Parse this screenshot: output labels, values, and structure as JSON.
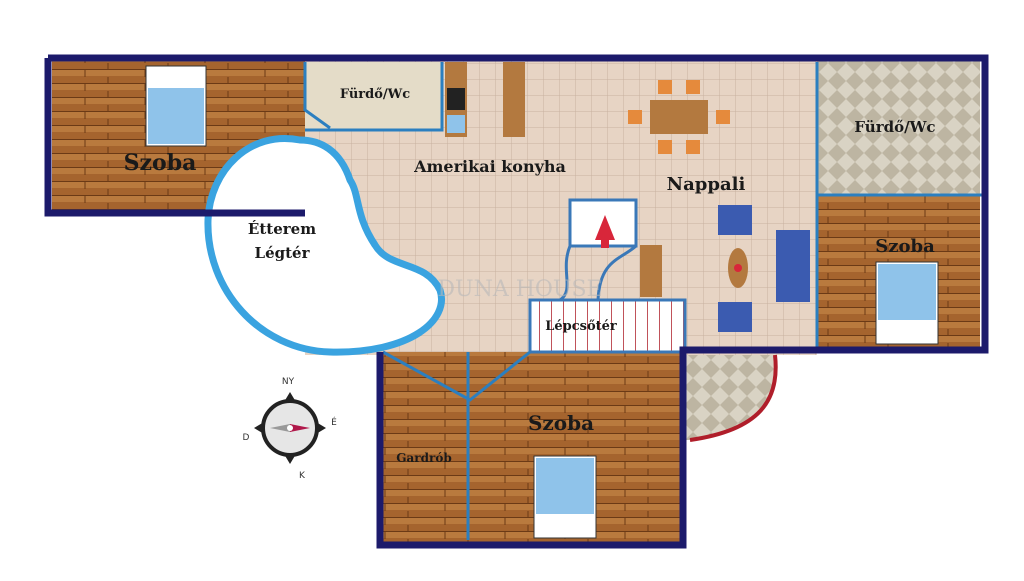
{
  "rooms": {
    "szoba_left": "Szoba",
    "furdo_top": "Fürdő/Wc",
    "konyha": "Amerikai konyha",
    "nappali": "Nappali",
    "furdo_right": "Fürdő/Wc",
    "szoba_right": "Szoba",
    "etterem": "Étterem",
    "legter": "Légtér",
    "lepcsoter": "Lépcsőtér",
    "szoba_bottom": "Szoba",
    "gardrob": "Gardrób"
  },
  "compass": {
    "north": "NY",
    "east": "É",
    "west": "D",
    "south": "K"
  },
  "watermark": "DUNA HOUSE",
  "colors": {
    "wall": "#1c1a6b",
    "accent": "#3aa3e0",
    "wood": "#a0622d",
    "tile": "#e6d3c2",
    "bed": "#8fc3ea",
    "arrow": "#d8263a"
  }
}
